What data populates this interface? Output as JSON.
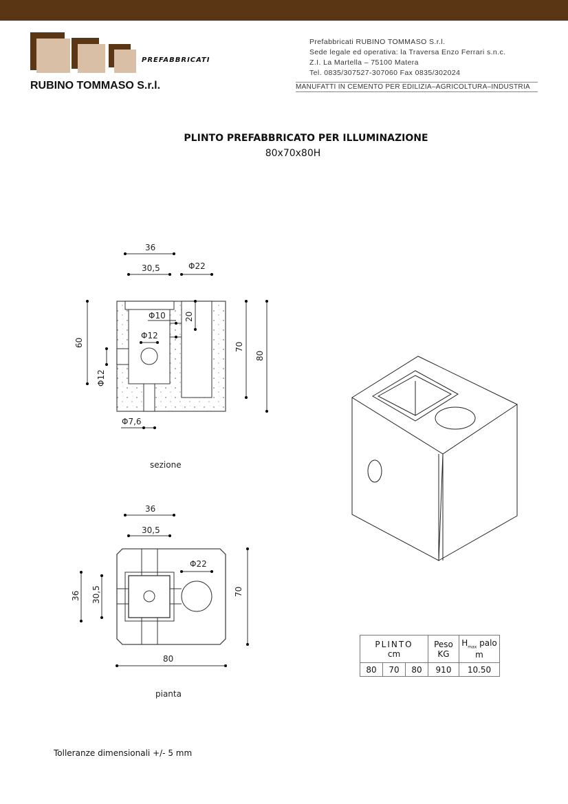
{
  "header": {
    "logo_word": "PREFABBRICATI",
    "company": "RUBINO TOMMASO S.r.l.",
    "address_lines": [
      "Prefabbricati RUBINO TOMMASO S.r.l.",
      "Sede legale ed operativa: la Traversa Enzo Ferrari s.n.c.",
      "Z.I. La Martella  –  75100 Matera",
      "Tel. 0835/307527-307060   Fax 0835/302024"
    ],
    "tagline": "MANUFATTI IN CEMENTO PER EDILIZIA–AGRICOLTURA–INDUSTRIA"
  },
  "title": "PLINTO PREFABBRICATO PER ILLUMINAZIONE",
  "subtitle": "80x70x80H",
  "section": {
    "caption": "sezione",
    "dims": {
      "w36": "36",
      "w30_5": "30,5",
      "d22": "Φ22",
      "d10": "Φ10",
      "d12": "Φ12",
      "h20": "20",
      "h60": "60",
      "d12_side": "Φ12",
      "h70": "70",
      "h80": "80",
      "d7_6": "Φ7,6"
    }
  },
  "plan": {
    "caption": "pianta",
    "dims": {
      "w36": "36",
      "w30_5": "30,5",
      "d22": "Φ22",
      "h36": "36",
      "h30_5": "30,5",
      "h70": "70",
      "w80": "80"
    }
  },
  "table": {
    "plinto": "PLINTO",
    "cm": "cm",
    "peso": "Peso",
    "kg": "KG",
    "hmax": "H",
    "hmax_sub": "max",
    "palo": " palo",
    "m": "m",
    "row": [
      "80",
      "70",
      "80",
      "910",
      "10.50"
    ]
  },
  "note": "Tolleranze dimensionali +/- 5 mm"
}
